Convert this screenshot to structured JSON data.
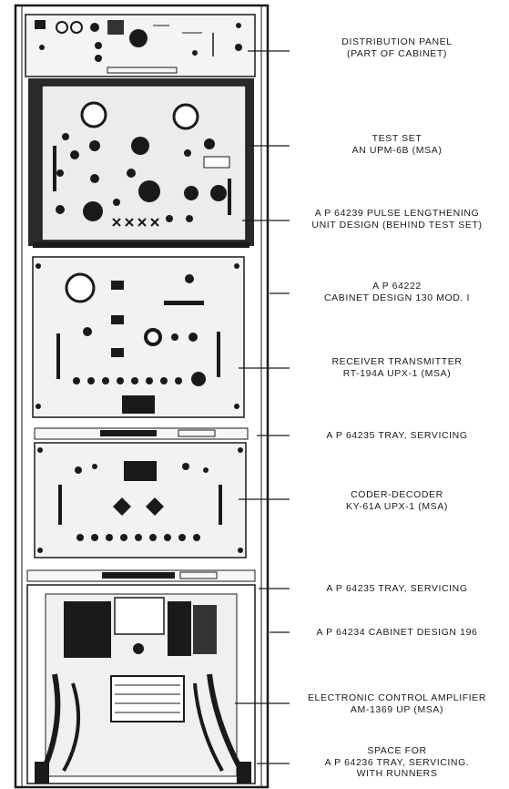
{
  "colors": {
    "ink": "#1a1a1a",
    "panel_dark": "#2a2a2a",
    "panel_light": "#f2f2f2",
    "paper": "#ffffff"
  },
  "callouts": [
    {
      "id": "distribution-panel",
      "lines": [
        "DISTRIBUTION PANEL",
        "(PART OF CABINET)"
      ]
    },
    {
      "id": "test-set",
      "lines": [
        "TEST SET",
        "AN UPM-6B (MSA)"
      ]
    },
    {
      "id": "pulse-lengthening",
      "lines": [
        "A P 64239 PULSE LENGTHENING",
        "UNIT DESIGN (BEHIND TEST SET)"
      ]
    },
    {
      "id": "cabinet-130",
      "lines": [
        "A P 64222",
        "CABINET DESIGN 130 MOD. I"
      ]
    },
    {
      "id": "receiver-transmitter",
      "lines": [
        "RECEIVER TRANSMITTER",
        "RT-194A UPX-1 (MSA)"
      ]
    },
    {
      "id": "tray-servicing-1",
      "lines": [
        "A P 64235 TRAY, SERVICING"
      ]
    },
    {
      "id": "coder-decoder",
      "lines": [
        "CODER-DECODER",
        "KY-61A UPX-1 (MSA)"
      ]
    },
    {
      "id": "tray-servicing-2",
      "lines": [
        "A P 64235 TRAY, SERVICING"
      ]
    },
    {
      "id": "cabinet-196",
      "lines": [
        "A P 64234 CABINET DESIGN 196"
      ]
    },
    {
      "id": "control-amplifier",
      "lines": [
        "ELECTRONIC CONTROL AMPLIFIER",
        "AM-1369 UP (MSA)"
      ]
    },
    {
      "id": "space-for-tray",
      "lines": [
        "SPACE FOR",
        "A P 64236 TRAY, SERVICING.",
        "WITH RUNNERS"
      ]
    }
  ]
}
